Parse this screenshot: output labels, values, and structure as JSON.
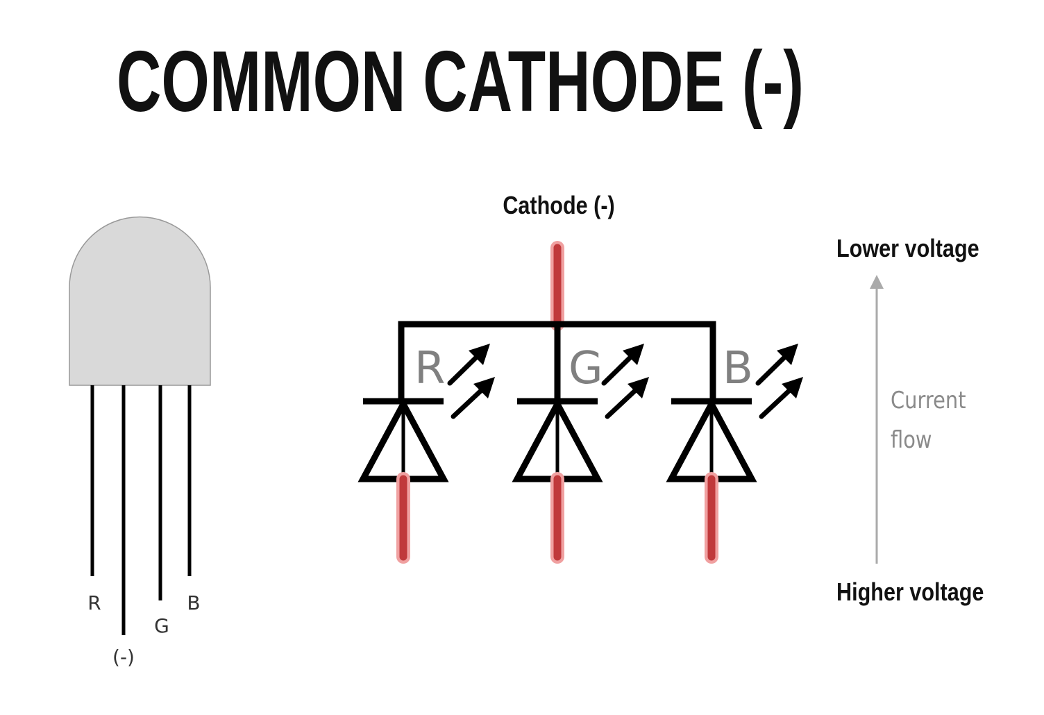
{
  "title": "COMMON CATHODE (-)",
  "led_package": {
    "pins": {
      "r": "R",
      "cathode": "(-)",
      "g": "G",
      "b": "B"
    }
  },
  "schematic": {
    "cathode_label": "Cathode (-)",
    "diodes": [
      {
        "label": "R"
      },
      {
        "label": "G"
      },
      {
        "label": "B"
      }
    ]
  },
  "current_flow": {
    "top_label": "Lower voltage",
    "middle_label_line1": "Current",
    "middle_label_line2": "flow",
    "bottom_label": "Higher voltage"
  },
  "colors": {
    "lead_highlight": "#c0393b",
    "body": "#d9d9d9",
    "arrow": "#aaaaaa"
  }
}
